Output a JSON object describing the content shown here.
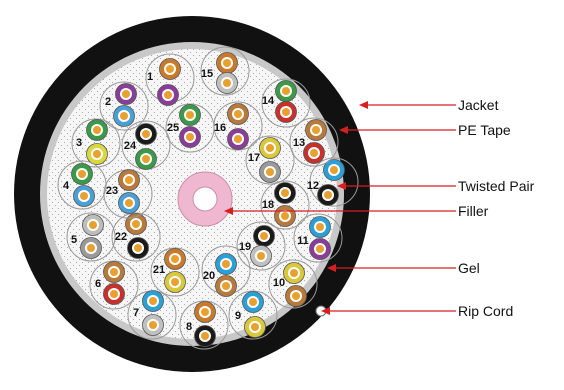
{
  "callouts": [
    {
      "id": "jacket",
      "label": "Jacket"
    },
    {
      "id": "pe-tape",
      "label": "PE Tape"
    },
    {
      "id": "twisted-pair",
      "label": "Twisted Pair"
    },
    {
      "id": "filler",
      "label": "Filler"
    },
    {
      "id": "gel",
      "label": "Gel"
    },
    {
      "id": "rip-cord",
      "label": "Rip Cord"
    }
  ],
  "pairs": [
    {
      "label": "1",
      "colors": [
        "#c87a2c",
        "#8a3d98"
      ]
    },
    {
      "label": "2",
      "colors": [
        "#8a3d98",
        "#4a9fd6"
      ]
    },
    {
      "label": "3",
      "colors": [
        "#3a9a4a",
        "#d8d83a"
      ]
    },
    {
      "label": "4",
      "colors": [
        "#3a9a4a",
        "#4a9fd6"
      ]
    },
    {
      "label": "5",
      "colors": [
        "#bdbdbd",
        "#9a9a9a"
      ]
    },
    {
      "label": "6",
      "colors": [
        "#b87a3c",
        "#c8302c"
      ]
    },
    {
      "label": "7",
      "colors": [
        "#2aa0d8",
        "#c0c0c0"
      ]
    },
    {
      "label": "8",
      "colors": [
        "#c87a2c",
        "#1a1a1a"
      ]
    },
    {
      "label": "9",
      "colors": [
        "#2aa0d8",
        "#d8c83a"
      ]
    },
    {
      "label": "10",
      "colors": [
        "#d8c83a",
        "#b87a3c"
      ]
    },
    {
      "label": "11",
      "colors": [
        "#2aa0d8",
        "#8a3d98"
      ]
    },
    {
      "label": "12",
      "colors": [
        "#2aa0d8",
        "#1a1a1a"
      ]
    },
    {
      "label": "13",
      "colors": [
        "#b87a3c",
        "#c8302c"
      ]
    },
    {
      "label": "14",
      "colors": [
        "#3a9a4a",
        "#c8302c"
      ]
    },
    {
      "label": "15",
      "colors": [
        "#c87a2c",
        "#c0c0c0"
      ]
    },
    {
      "label": "16",
      "colors": [
        "#b87a3c",
        "#8a3d98"
      ]
    },
    {
      "label": "17",
      "colors": [
        "#d8c83a",
        "#9a9a9a"
      ]
    },
    {
      "label": "18",
      "colors": [
        "#1a1a1a",
        "#b87a3c"
      ]
    },
    {
      "label": "19",
      "colors": [
        "#1a1a1a",
        "#c0c0c0"
      ]
    },
    {
      "label": "20",
      "colors": [
        "#2aa0d8",
        "#b87a3c"
      ]
    },
    {
      "label": "21",
      "colors": [
        "#c87a2c",
        "#d8c83a"
      ]
    },
    {
      "label": "22",
      "colors": [
        "#b87a3c",
        "#1a1a1a"
      ]
    },
    {
      "label": "23",
      "colors": [
        "#b87a3c",
        "#4a9fd6"
      ]
    },
    {
      "label": "24",
      "colors": [
        "#1a1a1a",
        "#3a9a4a"
      ]
    },
    {
      "label": "25",
      "colors": [
        "#3a9a4a",
        "#8a3d98"
      ]
    }
  ],
  "colors": {
    "jacket": "#111111",
    "pe_tape": "#c8c8c8",
    "gel": "#f4f4f4",
    "filler": "#f0b8d0",
    "callout_line": "#d62020",
    "conductor_core": "#e8a030",
    "rip_cord": "#ffffff"
  }
}
